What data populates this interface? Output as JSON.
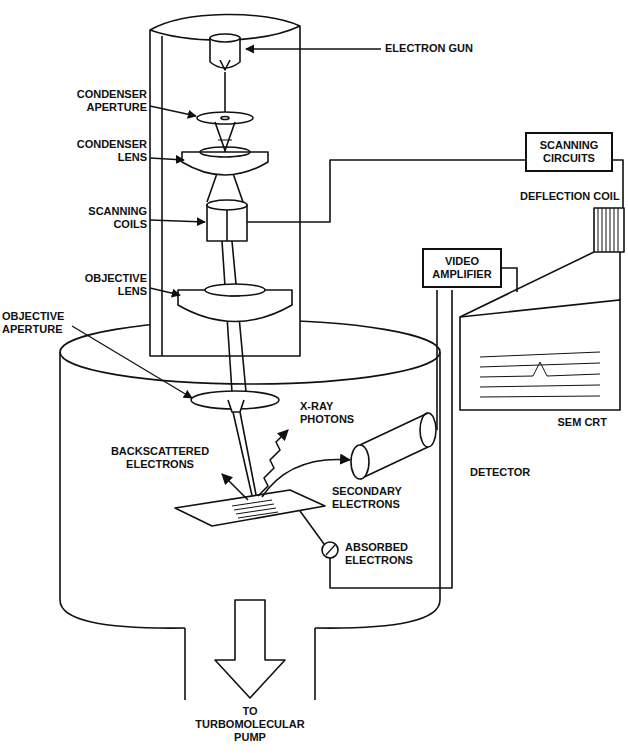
{
  "diagram": {
    "nodes": [
      {
        "text": [
          "SCANNING CIRCUITS"
        ]
      },
      {
        "text": [
          "VIDEO AMPLIFIER"
        ]
      },
      {
        "text": [
          "SEM CRT"
        ]
      }
    ],
    "edges": [
      {
        "from": 1,
        "to": 2,
        "arrow": "none"
      }
    ],
    "labels": [
      "ELECTRON GUN",
      "CONDENSER APERTURE",
      "CONDENSER LENS",
      "SCANNING COILS",
      "OBJECTIVE LENS",
      "OBJECTIVE APERTURE",
      "X-RAY PHOTONS",
      "BACKSCATTERED ELECTRONS",
      "SECONDARY ELECTRONS",
      "DETECTOR",
      "ABSORBED ELECTRONS",
      "DEFLECTION COIL",
      "TO TURBOMOLECULAR PUMP"
    ]
  }
}
